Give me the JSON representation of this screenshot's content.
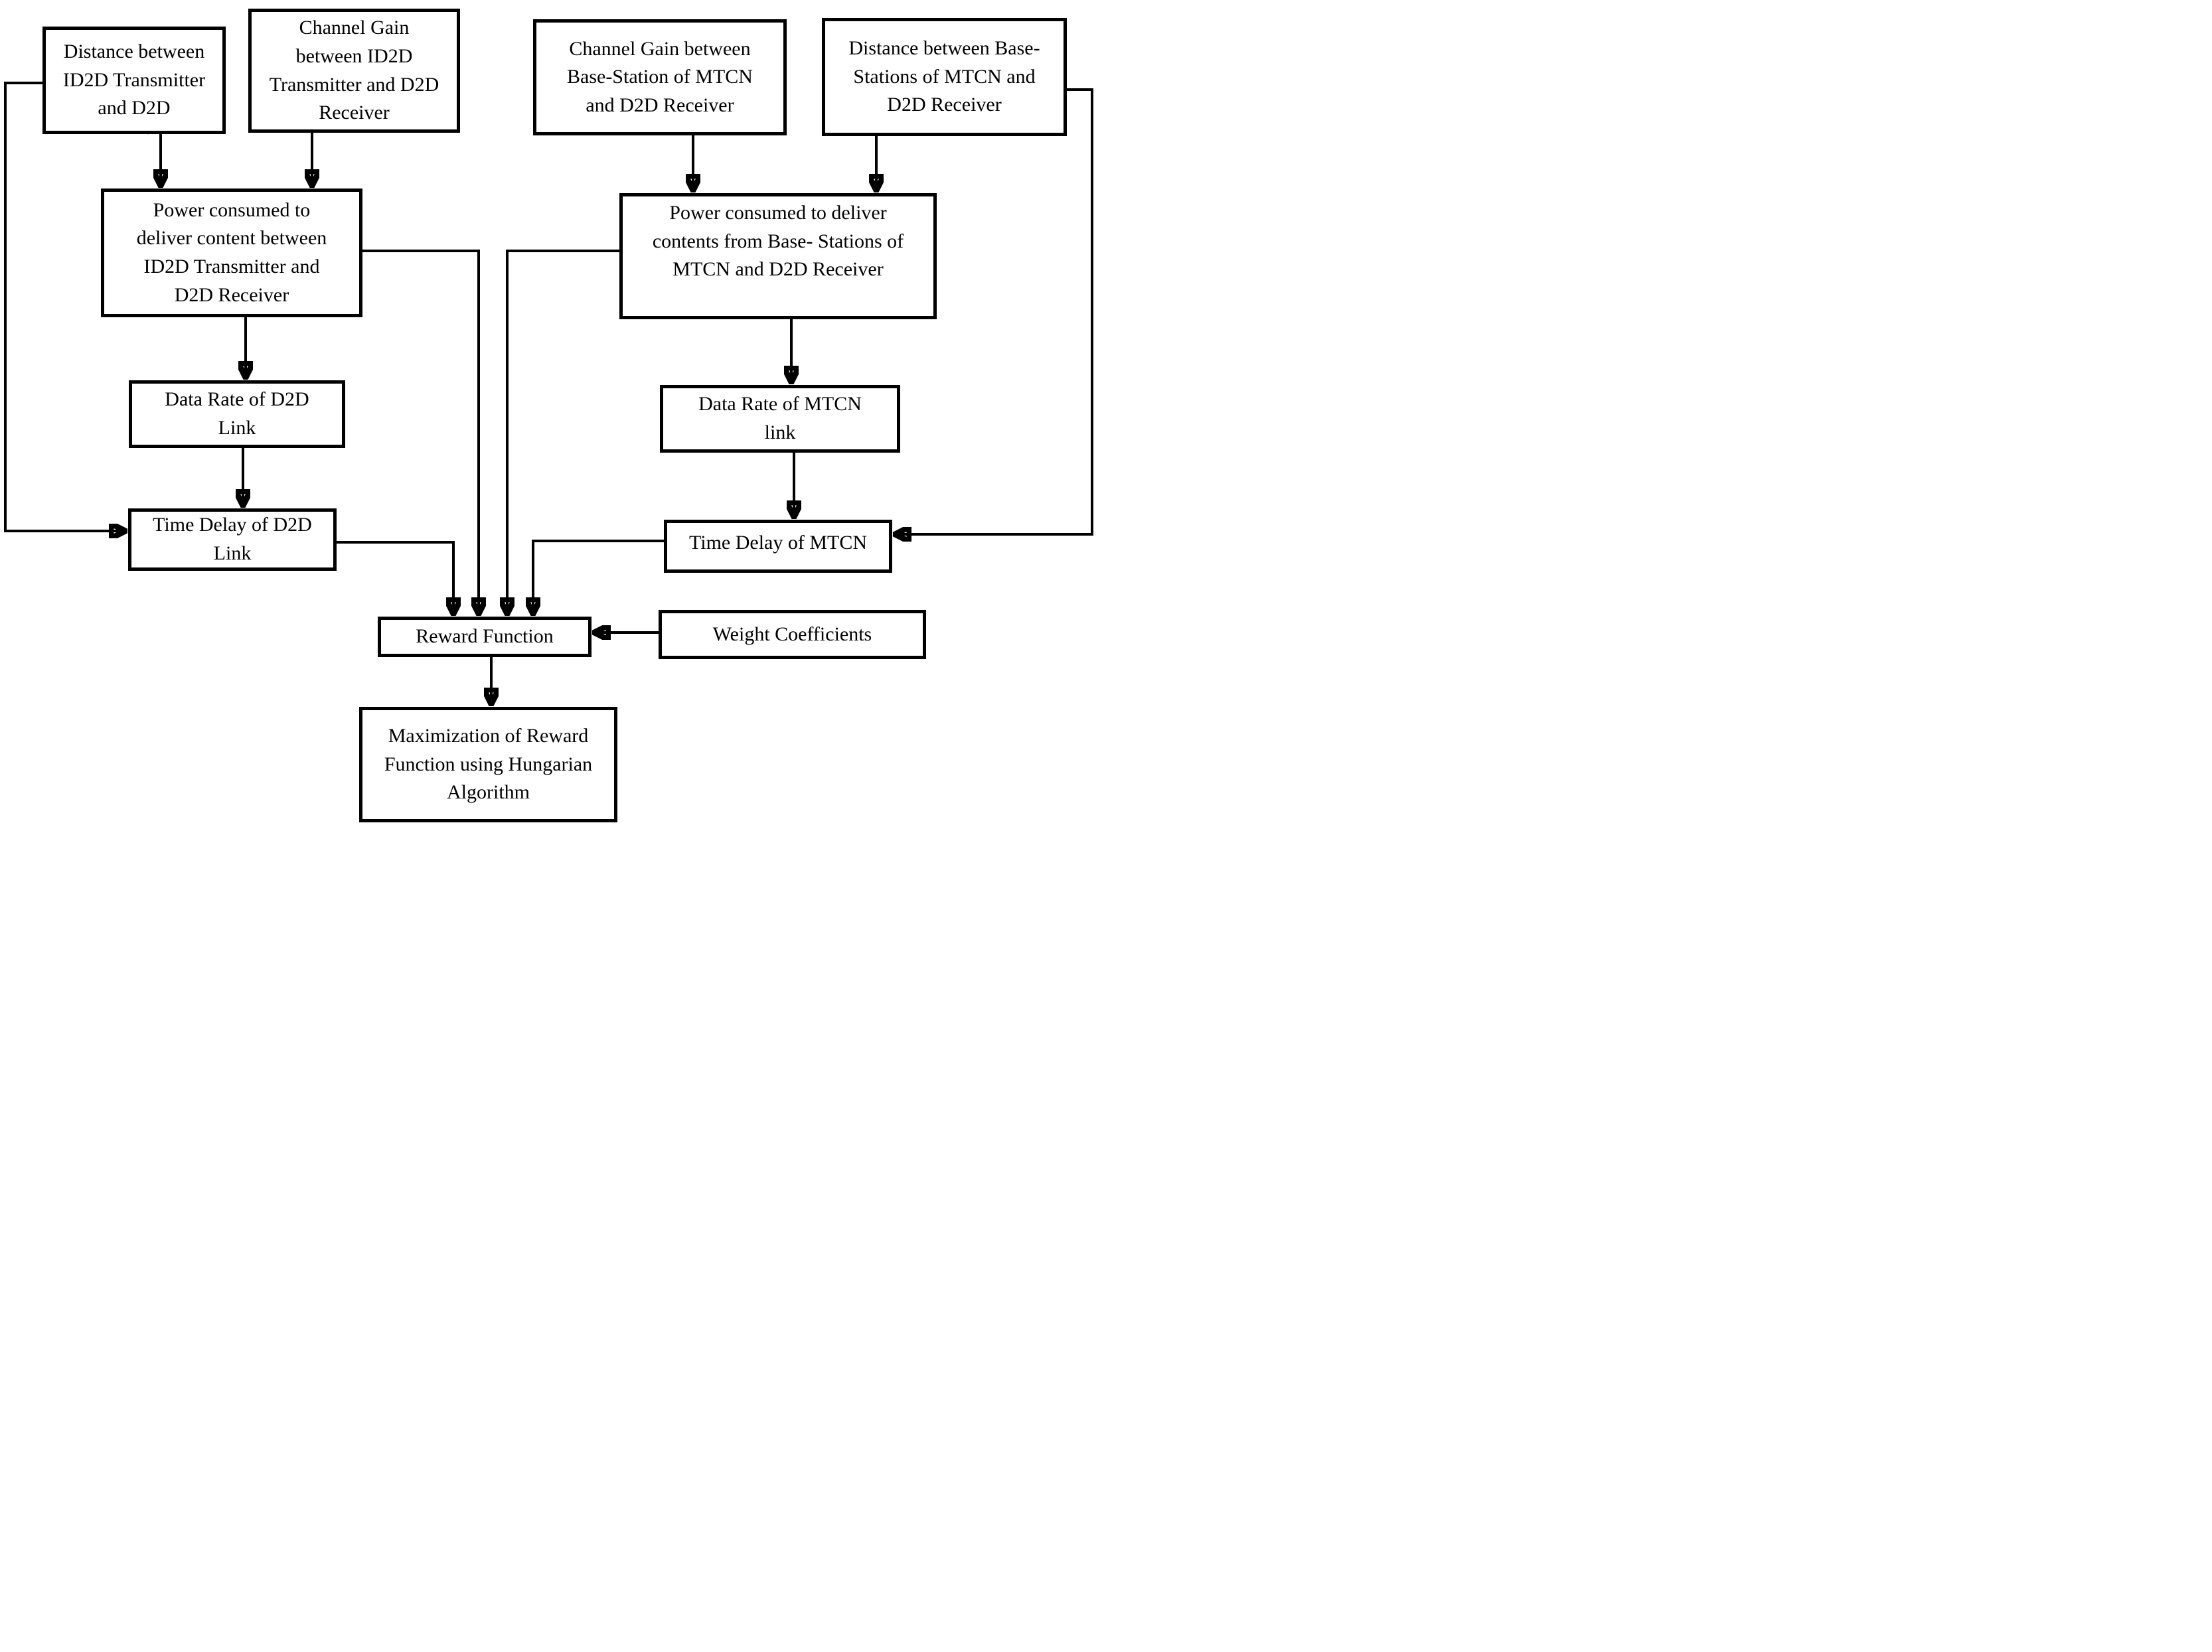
{
  "diagram": {
    "type": "flowchart",
    "background_color": "#ffffff",
    "line_color": "#000000",
    "stray_mark": ".",
    "nodes": [
      {
        "id": "distance-id2d",
        "label": "Distance between\nID2D Transmitter\nand D2D"
      },
      {
        "id": "channel-gain-id2d",
        "label": "Channel Gain\nbetween ID2D\nTransmitter and D2D\nReceiver"
      },
      {
        "id": "channel-gain-mtcn",
        "label": "Channel Gain between\nBase-Station of MTCN\nand D2D Receiver"
      },
      {
        "id": "distance-mtcn",
        "label": "Distance between Base-\nStations of MTCN and\nD2D Receiver"
      },
      {
        "id": "power-d2d",
        "label": "Power consumed to\ndeliver content between\nID2D Transmitter and\nD2D Receiver"
      },
      {
        "id": "power-mtcn",
        "label": "Power consumed to deliver\ncontents from Base- Stations of\nMTCN and D2D Receiver"
      },
      {
        "id": "data-rate-d2d",
        "label": "Data Rate of D2D\nLink"
      },
      {
        "id": "data-rate-mtcn",
        "label": "Data Rate of MTCN\nlink"
      },
      {
        "id": "time-delay-d2d",
        "label": "Time Delay of D2D\nLink"
      },
      {
        "id": "time-delay-mtcn",
        "label": "Time Delay of MTCN"
      },
      {
        "id": "reward-function",
        "label": "Reward Function"
      },
      {
        "id": "weight-coefficients",
        "label": "Weight Coefficients"
      },
      {
        "id": "maximization",
        "label": "Maximization of Reward\nFunction using Hungarian\nAlgorithm"
      }
    ],
    "edges": [
      {
        "from": "distance-id2d",
        "to": "power-d2d"
      },
      {
        "from": "channel-gain-id2d",
        "to": "power-d2d"
      },
      {
        "from": "channel-gain-mtcn",
        "to": "power-mtcn"
      },
      {
        "from": "distance-mtcn",
        "to": "power-mtcn"
      },
      {
        "from": "power-d2d",
        "to": "data-rate-d2d"
      },
      {
        "from": "data-rate-d2d",
        "to": "time-delay-d2d"
      },
      {
        "from": "power-mtcn",
        "to": "data-rate-mtcn"
      },
      {
        "from": "data-rate-mtcn",
        "to": "time-delay-mtcn"
      },
      {
        "from": "distance-id2d",
        "to": "time-delay-d2d"
      },
      {
        "from": "distance-mtcn",
        "to": "time-delay-mtcn"
      },
      {
        "from": "power-d2d",
        "to": "reward-function"
      },
      {
        "from": "time-delay-d2d",
        "to": "reward-function"
      },
      {
        "from": "power-mtcn",
        "to": "reward-function"
      },
      {
        "from": "time-delay-mtcn",
        "to": "reward-function"
      },
      {
        "from": "weight-coefficients",
        "to": "reward-function"
      },
      {
        "from": "reward-function",
        "to": "maximization"
      }
    ]
  }
}
